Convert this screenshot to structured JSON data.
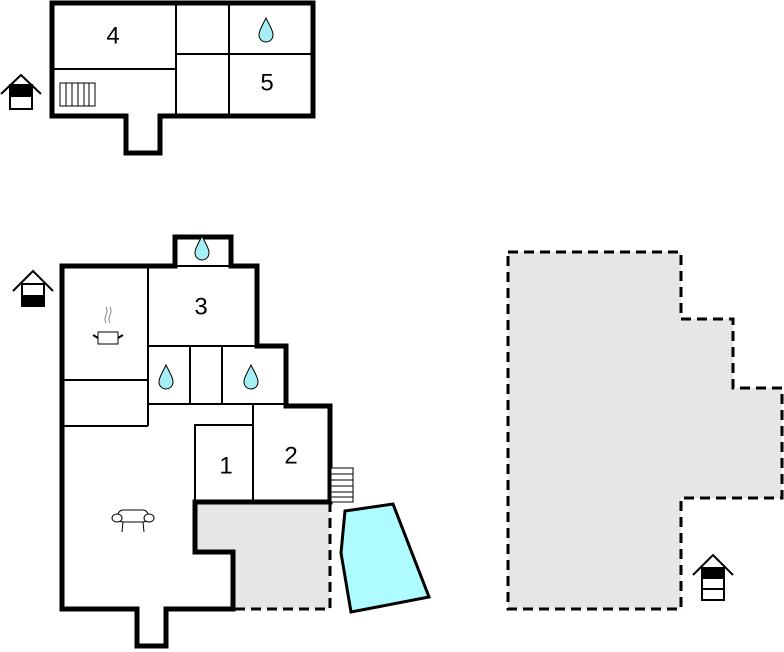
{
  "floorplan": {
    "upper_floor": {
      "rooms": [
        {
          "id": "room-4",
          "label": "4"
        },
        {
          "id": "room-5",
          "label": "5"
        }
      ],
      "icons": [
        "entrance-house-icon-upper-level",
        "staircase-icon",
        "bathroom-water-drop-icon"
      ]
    },
    "ground_floor": {
      "rooms": [
        {
          "id": "room-1",
          "label": "1"
        },
        {
          "id": "room-2",
          "label": "2"
        },
        {
          "id": "room-3",
          "label": "3"
        }
      ],
      "icons": [
        "entrance-house-icon-ground-level",
        "kitchen-pot-icon",
        "living-room-sofa-icon",
        "bathroom-water-drop-icon",
        "outdoor-steps-icon",
        "pool"
      ]
    },
    "terrace": {
      "fill": "#e6e6e6"
    },
    "pool": {
      "fill": "#aefcff"
    },
    "water_drop_color": "#a6eef5"
  }
}
